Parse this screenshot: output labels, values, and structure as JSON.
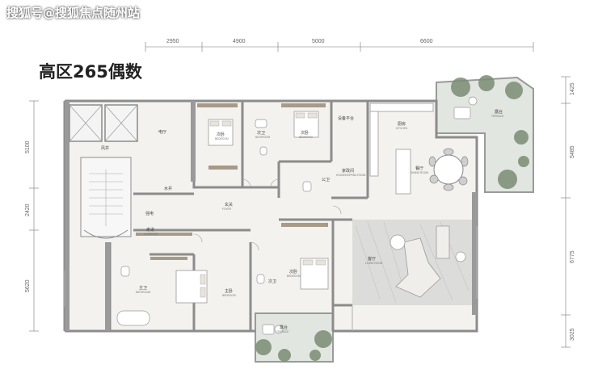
{
  "watermark": "搜狐号@搜狐焦点随州站",
  "title": "高区265偶数",
  "dimensions": {
    "top": [
      "2950",
      "4900",
      "5000",
      "6600"
    ],
    "right": [
      "1425",
      "5485",
      "6775",
      "3025"
    ],
    "left": [
      "5100",
      "2420",
      "5620"
    ]
  },
  "rooms": {
    "hall": "电厅",
    "stair": "风井",
    "water": "水井",
    "strong": "强电",
    "bed2": {
      "name": "次卧",
      "sub": "BEDROOM"
    },
    "bath2": {
      "name": "次卫",
      "sub": "BATHROOM"
    },
    "bed3": {
      "name": "次卧",
      "sub": "BEDROOM"
    },
    "prep": "设备平台",
    "kitchen": {
      "name": "厨房",
      "sub": "KITCHEN"
    },
    "laundry": {
      "name": "家政间",
      "sub": "HOUSEKEEPING ROOM"
    },
    "bath3": "公卫",
    "dining": {
      "name": "餐厅",
      "sub": "DINING ROOM"
    },
    "terrace1": {
      "name": "露台",
      "sub": "TERRACE"
    },
    "foyer": {
      "name": "玄关",
      "sub": "FOYER"
    },
    "corridor": {
      "name": "走道",
      "sub": "CORRIDOR"
    },
    "living": {
      "name": "客厅",
      "sub": "LIVING ROOM"
    },
    "masterbath": {
      "name": "主卫",
      "sub": "BATHROOM"
    },
    "master": {
      "name": "主卧",
      "sub": "BEDROOM"
    },
    "bath4": "次卫",
    "bed4": {
      "name": "次卧",
      "sub": "BEDROOM"
    },
    "terrace2": {
      "name": "露台",
      "sub": "TERRACE"
    }
  },
  "colors": {
    "wall": "#8c8c8c",
    "furniture": "#a89a88",
    "floor": "#d8d8d4",
    "plant": "#7b8c74",
    "terrace": "#e4e8e2"
  }
}
